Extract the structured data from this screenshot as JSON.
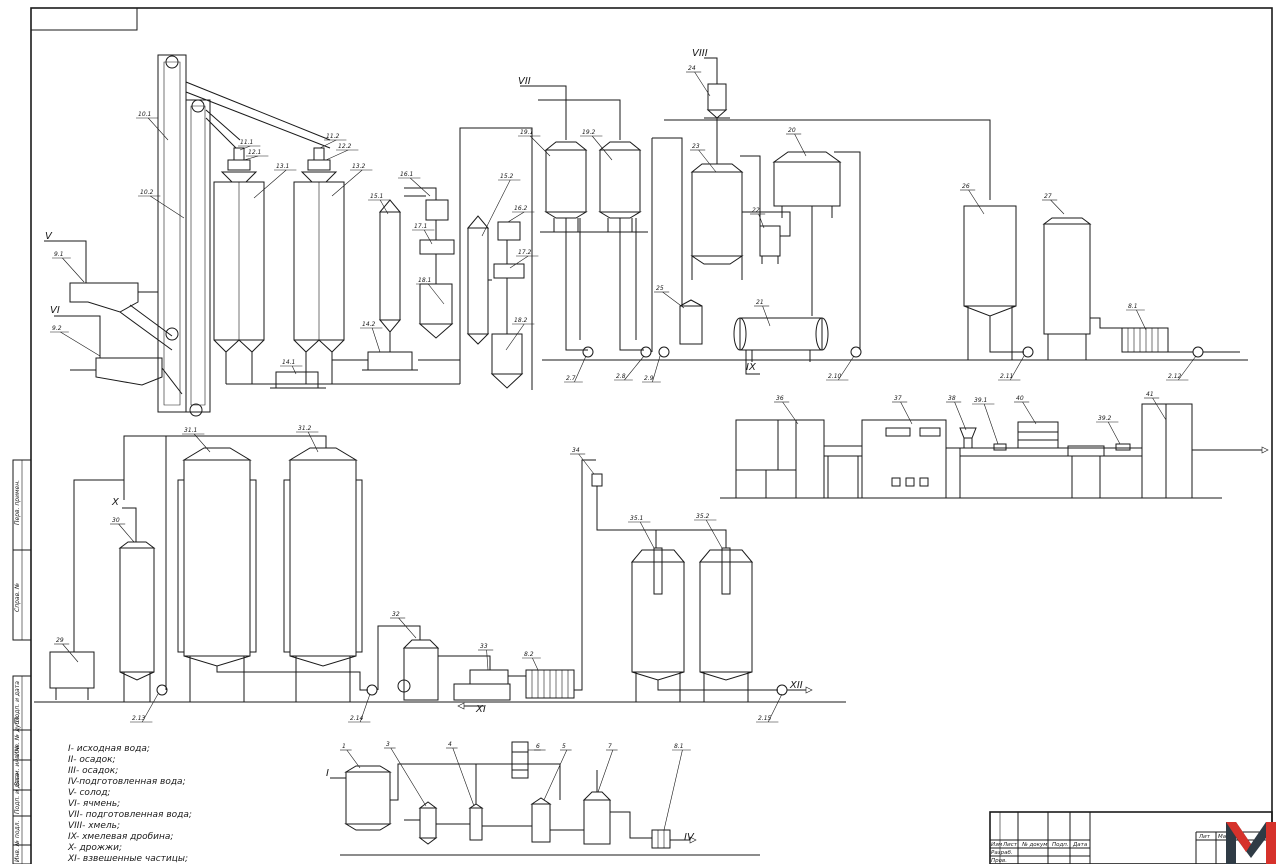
{
  "flows": {
    "I": "I",
    "V": "V",
    "VI": "VI",
    "VII": "VII",
    "VIII": "VIII",
    "IX": "IX",
    "X": "X",
    "XI": "XI",
    "XII": "XII",
    "IV": "IV"
  },
  "equipment_labels": [
    {
      "id": "10.1",
      "text": "10.1"
    },
    {
      "id": "10.2",
      "text": "10.2"
    },
    {
      "id": "9.1",
      "text": "9.1"
    },
    {
      "id": "9.2",
      "text": "9.2"
    },
    {
      "id": "11.1",
      "text": "11.1"
    },
    {
      "id": "12.1",
      "text": "12.1"
    },
    {
      "id": "11.2",
      "text": "11.2"
    },
    {
      "id": "12.2",
      "text": "12.2"
    },
    {
      "id": "13.1",
      "text": "13.1"
    },
    {
      "id": "13.2",
      "text": "13.2"
    },
    {
      "id": "14.1",
      "text": "14.1"
    },
    {
      "id": "14.2",
      "text": "14.2"
    },
    {
      "id": "15.1",
      "text": "15.1"
    },
    {
      "id": "15.2",
      "text": "15.2"
    },
    {
      "id": "16.1",
      "text": "16.1"
    },
    {
      "id": "16.2",
      "text": "16.2"
    },
    {
      "id": "17.1",
      "text": "17.1"
    },
    {
      "id": "17.2",
      "text": "17.2"
    },
    {
      "id": "18.1",
      "text": "18.1"
    },
    {
      "id": "18.2",
      "text": "18.2"
    },
    {
      "id": "19.1",
      "text": "19.1"
    },
    {
      "id": "19.2",
      "text": "19.2"
    },
    {
      "id": "20",
      "text": "20"
    },
    {
      "id": "21",
      "text": "21"
    },
    {
      "id": "22",
      "text": "22"
    },
    {
      "id": "23",
      "text": "23"
    },
    {
      "id": "24",
      "text": "24"
    },
    {
      "id": "25",
      "text": "25"
    },
    {
      "id": "26",
      "text": "26"
    },
    {
      "id": "27",
      "text": "27"
    },
    {
      "id": "8.1a",
      "text": "8.1"
    },
    {
      "id": "2.7",
      "text": "2.7"
    },
    {
      "id": "2.8",
      "text": "2.8"
    },
    {
      "id": "2.9",
      "text": "2.9"
    },
    {
      "id": "2.10",
      "text": "2.10"
    },
    {
      "id": "2.11",
      "text": "2.11"
    },
    {
      "id": "2.12",
      "text": "2.12"
    },
    {
      "id": "36",
      "text": "36"
    },
    {
      "id": "37",
      "text": "37"
    },
    {
      "id": "38",
      "text": "38"
    },
    {
      "id": "39.1",
      "text": "39.1"
    },
    {
      "id": "40",
      "text": "40"
    },
    {
      "id": "39.2",
      "text": "39.2"
    },
    {
      "id": "41",
      "text": "41"
    },
    {
      "id": "31.1",
      "text": "31.1"
    },
    {
      "id": "31.2",
      "text": "31.2"
    },
    {
      "id": "30",
      "text": "30"
    },
    {
      "id": "29",
      "text": "29"
    },
    {
      "id": "2.13",
      "text": "2.13"
    },
    {
      "id": "2.14",
      "text": "2.14"
    },
    {
      "id": "32",
      "text": "32"
    },
    {
      "id": "33",
      "text": "33"
    },
    {
      "id": "8.2",
      "text": "8.2"
    },
    {
      "id": "34",
      "text": "34"
    },
    {
      "id": "35.1",
      "text": "35.1"
    },
    {
      "id": "35.2",
      "text": "35.2"
    },
    {
      "id": "2.15",
      "text": "2.15"
    },
    {
      "id": "b1",
      "text": "1"
    },
    {
      "id": "b3",
      "text": "3"
    },
    {
      "id": "b4",
      "text": "4"
    },
    {
      "id": "b5",
      "text": "5"
    },
    {
      "id": "b6",
      "text": "6"
    },
    {
      "id": "b7",
      "text": "7"
    },
    {
      "id": "8.1b",
      "text": "8.1"
    }
  ],
  "legend": [
    "I- исходная вода;",
    "II- осадок;",
    "III- осадок;",
    "IV-подготовленная вода;",
    "V- солод;",
    "VI- ячмень;",
    "VII- подготовленная вода;",
    "VIII- хмель;",
    "IX- хмелевая дробина;",
    "X- дрожжи;",
    "XI- взвешенные частицы;"
  ],
  "side_stamp": [
    "Перв. примен.",
    "Справ. №",
    "Подп. и дата",
    "Инв. № дубл.",
    "Взам. инв. №",
    "Подп. и дата",
    "Инв. № подл."
  ],
  "title_block": {
    "row1": [
      "Изм",
      "Лист",
      "№ докум.",
      "Подп.",
      "Дата"
    ],
    "row2": "Разраб.",
    "row3": "Пров.",
    "right": [
      "Лит",
      "Масса",
      "Масштаб"
    ]
  },
  "colors": {
    "ink": "#1a1a1a",
    "logo_red": "#d6322b",
    "logo_dark": "#2f3b45"
  }
}
